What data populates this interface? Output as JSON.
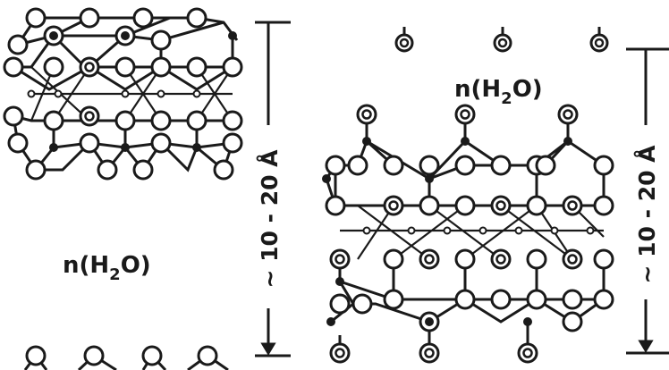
{
  "labels": {
    "water_left": "n(H",
    "water_left_sub": "2",
    "water_left_end": "O)",
    "water_right": "n(H",
    "water_right_sub": "2",
    "water_right_end": "O)",
    "spacing_left": "~ 10 - 20 Å",
    "spacing_right": "~ 10 - 20 Å"
  },
  "colors": {
    "ink": "#1a1a1a",
    "paper": "#ffffff"
  }
}
